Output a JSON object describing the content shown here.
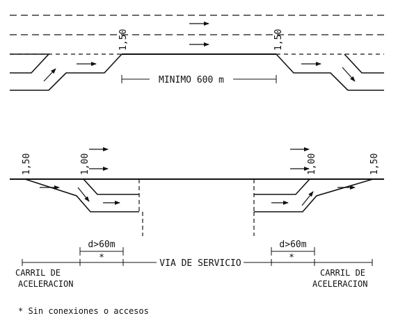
{
  "top": {
    "offset_left": "1,50",
    "offset_right": "1,50",
    "min_distance": "MINIMO 600 m"
  },
  "bottom": {
    "offset_far_left": "1,50",
    "offset_left": "1,00",
    "offset_right": "1,00",
    "offset_far_right": "1,50",
    "d_left": "d>60m",
    "d_right": "d>60m",
    "star_left": "*",
    "star_right": "*",
    "service_road": "VIA DE SERVICIO",
    "lane_left_line1": "CARRIL DE",
    "lane_left_line2": "ACELERACION",
    "lane_right_line1": "CARRIL DE",
    "lane_right_line2": "ACELERACION"
  },
  "footnote": "* Sin conexiones o accesos"
}
